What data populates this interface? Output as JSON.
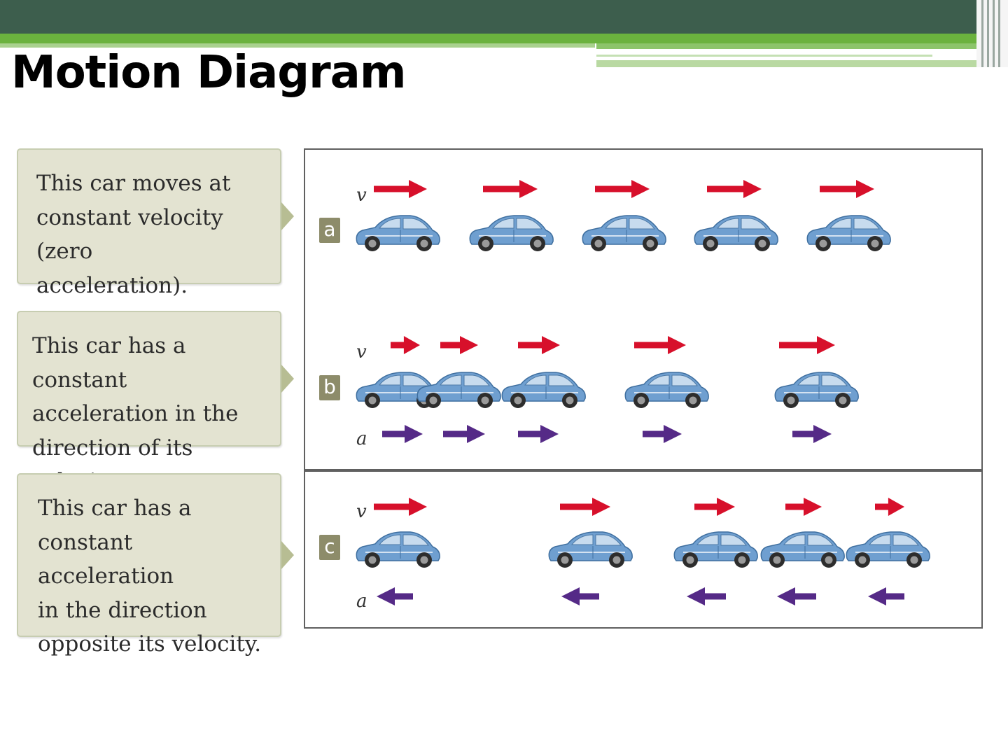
{
  "slide": {
    "title": "Motion Diagram"
  },
  "colors": {
    "velocity_arrow": "#d7102b",
    "acceleration_arrow": "#552a87",
    "car_body": "#6f9fd0",
    "callout_bg": "#e3e3d1",
    "badge_bg": "#8d8c6a",
    "header_dark": "#3d5e4d",
    "header_green": "#6bb23e"
  },
  "icons": {
    "car": "car-icon",
    "velocity": "velocity-arrow-icon",
    "acceleration": "acceleration-arrow-icon"
  },
  "panels": [
    {
      "id": "a",
      "badge": "a",
      "description": "This car moves at constant velocity (zero acceleration).",
      "description_lines": [
        "This car moves at",
        "constant velocity (zero",
        "acceleration)."
      ],
      "velocity_label": "v",
      "acceleration_label": ""
    },
    {
      "id": "b",
      "badge": "b",
      "description": "This car has a constant acceleration in the direction of its velocity.",
      "description_lines": [
        "This car has a constant",
        "acceleration in the",
        "direction of its velocity."
      ],
      "velocity_label": "v",
      "acceleration_label": "a"
    },
    {
      "id": "c",
      "badge": "c",
      "description": "This car has a constant acceleration in the direction opposite its velocity.",
      "description_lines": [
        "This car has a",
        "constant acceleration",
        "in the direction",
        "opposite its velocity."
      ],
      "velocity_label": "v",
      "acceleration_label": "a"
    }
  ]
}
